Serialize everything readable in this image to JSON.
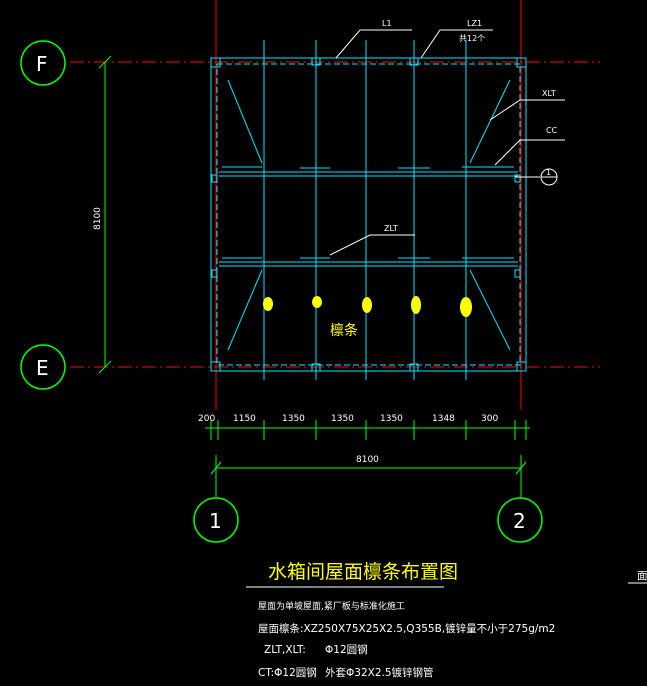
{
  "colors": {
    "background": "#000000",
    "grid_axis": "#ff0000",
    "bubble": "#00ff00",
    "member": "#00e5ff",
    "text": "#ffffff",
    "title": "#ffff00",
    "marker": "#ffff00"
  },
  "axes": {
    "F": "F",
    "E": "E",
    "one": "1",
    "two": "2",
    "section_marker": "1"
  },
  "dims": {
    "vertical_total": "8100",
    "bottom_segments": [
      "200",
      "1150",
      "1350",
      "1350",
      "1350",
      "1348",
      "300"
    ],
    "bottom_total": "8100"
  },
  "labels": {
    "L1": "L1",
    "LZ1": "LZ1",
    "LZ1_count": "共12个",
    "XLT": "XLT",
    "CC": "CC",
    "ZLT": "ZLT",
    "purlin": "檩条"
  },
  "title": "水箱间屋面檩条布置图",
  "notes": {
    "line1": "屋面为单坡屋面,紧厂板与标准化施工",
    "line2": "屋面檩条:XZ250X75X25X2.5,Q355B,镀锌量不小于275g/m2",
    "line3_a": "ZLT,XLT:",
    "line3_b": "Φ12圆钢",
    "line4_a": "CT:Φ12圆钢",
    "line4_b": "外套Φ32X2.5镀锌钢管"
  },
  "edge_label": "面"
}
